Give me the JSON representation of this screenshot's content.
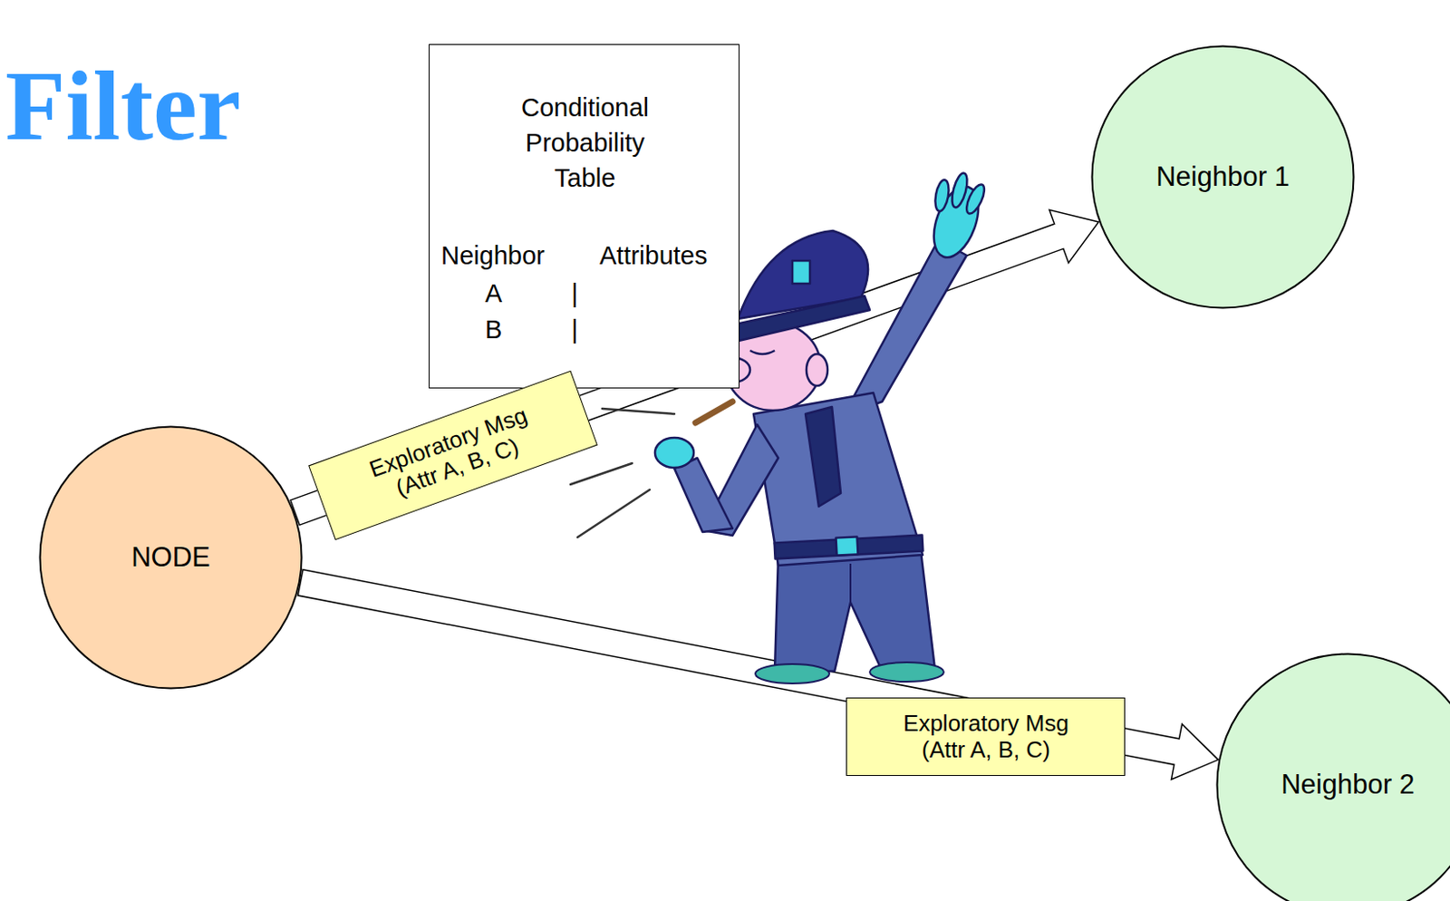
{
  "diagram": {
    "title": "Filter",
    "nodes": [
      {
        "text": [
          "Conditional Probability Table",
          "Neighbor",
          "Attributes",
          "A",
          "|",
          "B",
          "|"
        ]
      },
      {
        "text": [
          "Neighbor 1"
        ]
      },
      {
        "text": [
          "NODE"
        ]
      },
      {
        "text": [
          "Neighbor 2"
        ]
      }
    ],
    "edges": [
      {
        "from": 2,
        "to": 1,
        "arrow": "to",
        "label": "Exploratory Msg (Attr A, B, C)"
      },
      {
        "from": 2,
        "to": 3,
        "arrow": "to",
        "label": "Exploratory Msg (Attr A, B, C)"
      }
    ]
  }
}
